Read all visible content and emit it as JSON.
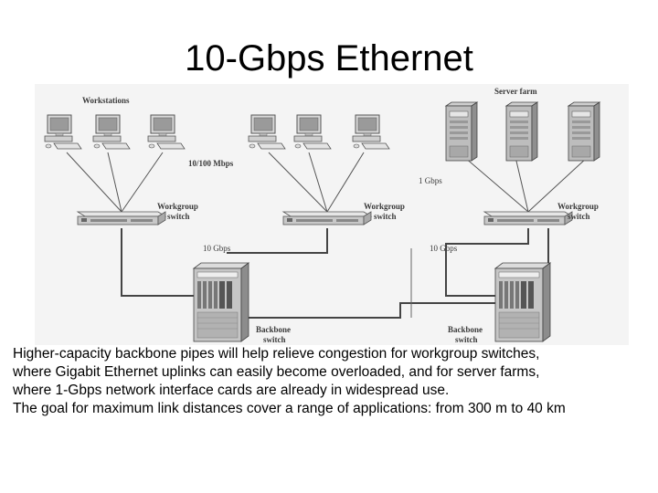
{
  "title": "10-Gbps Ethernet",
  "diagram": {
    "workstations_label": "Workstations",
    "server_farm_label": "Server farm",
    "link_10_100_label": "10/100 Mbps",
    "link_1g_label": "1 Gbps",
    "workgroup_switch_label": [
      "Workgroup",
      "switch"
    ],
    "link_10g_label": "10 Gbps",
    "backbone_switch_label": [
      "Backbone",
      "switch"
    ]
  },
  "caption": [
    "Higher-capacity backbone pipes will help relieve congestion for workgroup switches,",
    "where Gigabit Ethernet uplinks can easily become overloaded, and for server farms,",
    "where 1-Gbps network interface cards are already in widespread use.",
    "The goal for maximum link distances cover a range of applications: from 300 m to 40 km"
  ]
}
